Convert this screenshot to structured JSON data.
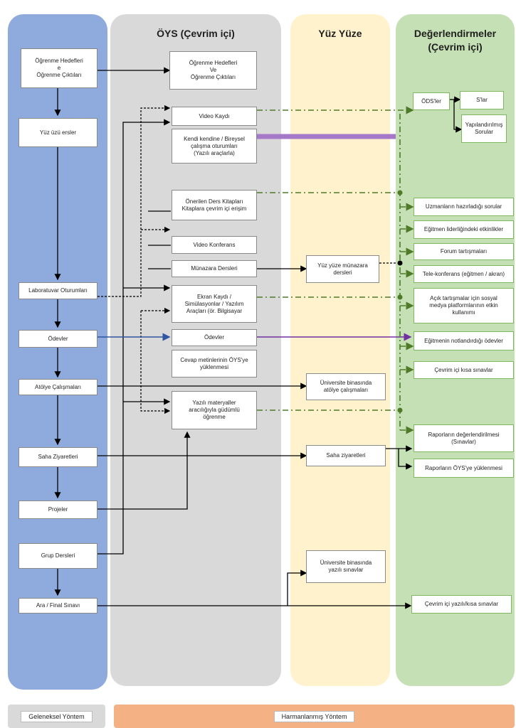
{
  "lanes": {
    "lms": "ÖYS (Çevrim içi)",
    "face": "Yüz Yüze",
    "eval": "Değerlendirmeler\n(Çevrim içi)"
  },
  "traditional": {
    "objectives": "Öğrenme Hedefleri\ne\nÖğrenme Çıktıları",
    "lectures": "Yüz  üzü  ersler",
    "lab": "Laboratuvar Oturumları",
    "homework": "Ödevler",
    "workshop": "Atölye Çalışmaları",
    "field": "Saha Ziyaretleri",
    "projects": "Projeler",
    "group": "Grup Dersleri",
    "exam": "Ara / Final Sınavı"
  },
  "lms": {
    "objectives": "Öğrenme Hedefleri\nVe\nÖğrenme Çıktıları",
    "video": "Video Kaydı",
    "self": "Kendi kendine / Bireysel\nçalışma oturumları\n(Yazılı araçlarla)",
    "books": "Önerilen Ders Kitapları\nKitaplara çevrim içi erişim",
    "vconf": "Video Konferans",
    "debate": "Münazara Dersleri",
    "screen": "Ekran Kaydı /\nSimülasyonlar / Yazılım\nAraçları (ör. Bilgisayar",
    "homework": "Ödevler",
    "upload": "Cevap metinlerinin ÖYS'ye\nyüklenmesi",
    "guided": "Yazılı materyaller\naracılığıyla güdümlü\nöğrenme"
  },
  "face": {
    "debate": "Yüz yüze münazara\ndersleri",
    "workshop": "Üniversite binasında\natölye çalışmaları",
    "field": "Saha ziyaretleri",
    "exam": "Üniversite binasında\nyazılı sınavlar"
  },
  "eval": {
    "ods": "ÖDS'ler",
    "s": "S'lar",
    "structured": "Yapılandırılmış\nSorular",
    "expert": "Uzmanların  hazırladığı sorular",
    "instructor_led": "Eğitmen liderliğindeki etkinlikler",
    "forum": "Forum tartışmaları",
    "teleconf": "Tele-konferans (eğitmen / akran)",
    "social": "Açık tartışmalar için sosyal\nmedya platformlarının etkin\nkullanımı",
    "graded": "Eğitmenin notlandırdığı ödevler",
    "quiz": "Çevrim içi kısa sınavlar",
    "reports_eval": "Raporların değerlendirilmesi\n(Sınavlar)",
    "reports_upload": "Raporların ÖYS'ye yüklenmesi",
    "written": "Çevrim içi yazılı/kısa sınavlar"
  },
  "legend": {
    "traditional": "Geleneksel Yöntem",
    "blended": "Harmanlanmış Yöntem"
  },
  "colors": {
    "blue_lane": "#8faadc",
    "gray_lane": "#d9d9d9",
    "yellow_lane": "#fff2cc",
    "green_lane": "#c5e0b4",
    "orange_band": "#f4b183",
    "green_dash": "#4f7a28",
    "blue_arrow": "#2f55a4",
    "purple": "#7030a0",
    "purple_bar": "#a678c9"
  }
}
